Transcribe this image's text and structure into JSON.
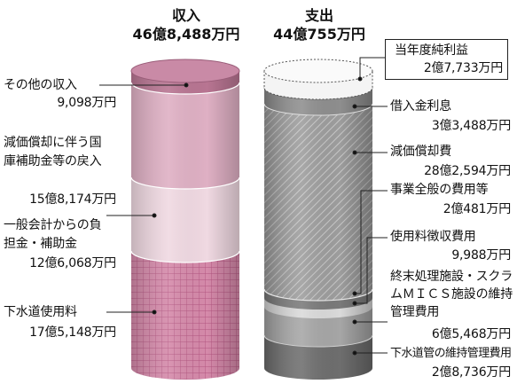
{
  "income": {
    "title": "収入",
    "total": "46億8,488万円",
    "items": [
      {
        "label": "その他の収入",
        "value": "9,098万円",
        "color": "#c0809a"
      },
      {
        "label": "減価償却に伴う国庫補助金等の戻入",
        "value": "15億8,174万円",
        "color": "#e4bacb"
      },
      {
        "label": "一般会計からの負担金・補助金",
        "value": "12億6,068万円",
        "color": "#f0d9e2"
      },
      {
        "label": "下水道使用料",
        "value": "17億5,148万円",
        "color": "#d286a6"
      }
    ]
  },
  "expense": {
    "title": "支出",
    "total": "44億755万円",
    "items": [
      {
        "label": "当年度純利益",
        "value": "2億7,733万円",
        "color": "#f2f2f2"
      },
      {
        "label": "借入金利息",
        "value": "3億3,488万円",
        "color": "#8f8f8f"
      },
      {
        "label": "減価償却費",
        "value": "28億2,594万円",
        "color": "#9a9a9a"
      },
      {
        "label": "事業全般の費用等",
        "value": "2億481万円",
        "color": "#7c7c7c"
      },
      {
        "label": "使用料徴収費用",
        "value": "9,988万円",
        "color": "#d6d6d6"
      },
      {
        "label": "終末処理施設・スクラムＭＩＣＳ施設の維持管理費用",
        "value": "6億5,468万円",
        "color": "#a6a6a6"
      },
      {
        "label": "下水道管の維持管理費用",
        "value": "2億8,736万円",
        "color": "#707070"
      }
    ]
  }
}
